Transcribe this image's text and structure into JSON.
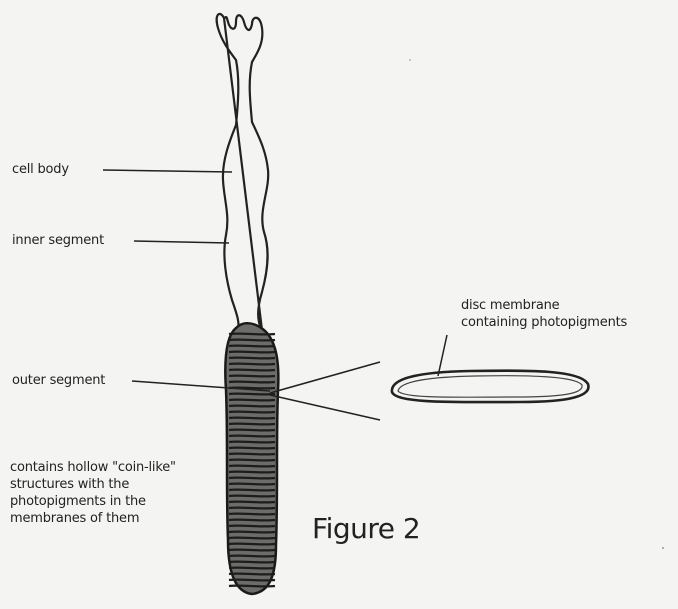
{
  "figure": {
    "title": "Figure 2",
    "labels": {
      "cell_body": "cell body",
      "inner_segment": "inner segment",
      "outer_segment": "outer segment",
      "disc_membrane_line1": "disc membrane",
      "disc_membrane_line2": "containing photopigments",
      "note_line1": "contains hollow \"coin-like\"",
      "note_line2": "structures with the",
      "note_line3": "photopigments in the",
      "note_line4": "membranes of them"
    }
  }
}
